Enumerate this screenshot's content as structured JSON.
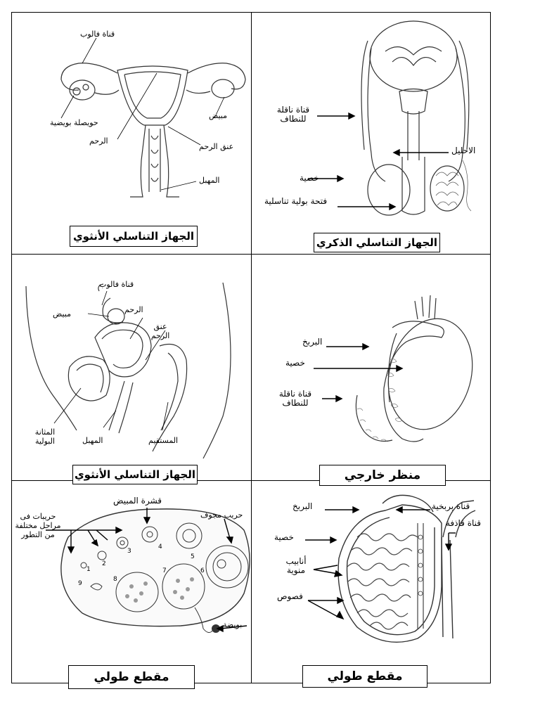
{
  "panels": {
    "female_front": {
      "caption": "الجهاز التناسلي الأنثوي",
      "labels": {
        "fallopian": "قناة فالوب",
        "follicle": "حويصلة بويضية",
        "uterus": "الرحم",
        "ovary": "مبيض",
        "cervix": "عنق الرحم",
        "vagina": "المهبل"
      }
    },
    "male_front": {
      "caption": "الجهاز التناسلي الذكري",
      "labels": {
        "vas_deferens": "قناة ناقلة للنطاف",
        "urethra": "الاحليل",
        "testis": "خصية",
        "opening": "فتحة بولية تناسلية"
      }
    },
    "female_side": {
      "caption": "الجهاز التناسلي الأنثوي",
      "labels": {
        "fallopian": "قناة فالوب",
        "ovary": "مبيض",
        "uterus": "الرحم",
        "cervix": "عنق الرحم",
        "bladder": "المثانة البولية",
        "vagina": "المهبل",
        "rectum": "المستقيم"
      }
    },
    "testis_external": {
      "caption": "منظر خارجي",
      "labels": {
        "epididymis": "البربخ",
        "testis": "خصية",
        "vas_deferens": "قناة ناقلة للنطاف"
      }
    },
    "ovary_section": {
      "caption": "مقطع طولي",
      "labels": {
        "cortex": "قشرة المبيض",
        "follicles_stages": "حريبات فى مراحل مختلفة من التطور",
        "hollow_follicle": "حريب مجوف",
        "ovum": "بويضة"
      },
      "numbers": [
        "1",
        "2",
        "3",
        "4",
        "5",
        "6",
        "7",
        "8",
        "9"
      ]
    },
    "testis_section": {
      "caption": "مقطع طولي",
      "labels": {
        "epididymis": "البربخ",
        "epididymal_duct": "قناة بربخية",
        "ejaculatory": "قناة قاذفة",
        "testis": "خصية",
        "tubules": "أنابيب منوية",
        "lobules": "فصوص"
      }
    }
  }
}
